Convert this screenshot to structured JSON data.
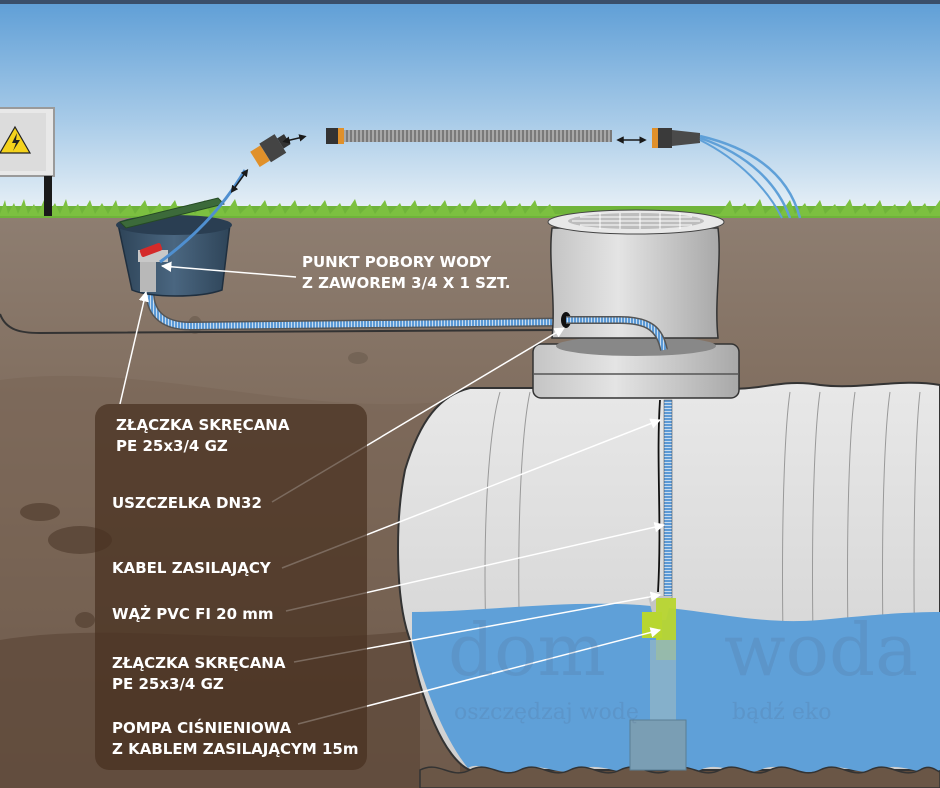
{
  "labels": {
    "water_point": [
      "PUNKT POBORY WODY",
      "Z ZAWOREM 3/4 X 1 SZT."
    ],
    "fitting_top": [
      "ZŁĄCZKA SKRĘCANA",
      "PE 25x3/4 GZ"
    ],
    "seal": "USZCZELKA DN32",
    "power_cable": "KABEL ZASILAJĄCY",
    "hose": "WĄŻ PVC  FI 20 mm",
    "fitting_bottom": [
      "ZŁĄCZKA SKRĘCANA",
      "PE 25x3/4 GZ"
    ],
    "pump": [
      "POMPA CIŚNIENIOWA",
      "Z KABLEM ZASILAJĄCYM 15m"
    ]
  },
  "watermark": {
    "left_word": "dom",
    "right_word": "woda",
    "left_slogan": "oszczędzaj wodę",
    "right_slogan": "bądź eko"
  },
  "colors": {
    "sky_top": "#6aa6d8",
    "sky_bottom": "#e6f0f6",
    "grass": "#6fb43a",
    "soil": "#8c7c6f",
    "soil_dark": "#6a5646",
    "tank": "#dcdcdc",
    "water": "#5fa0d8",
    "pump_green": "#b8d630",
    "fitting_orange": "#e0902a",
    "valve_red": "#d42a2a",
    "box_blue": "#3c5670",
    "lid_green": "#3c6a3a",
    "warning_yellow": "#f4d21c"
  },
  "icons": [
    "high-voltage-warning-icon",
    "arrow-icon"
  ]
}
